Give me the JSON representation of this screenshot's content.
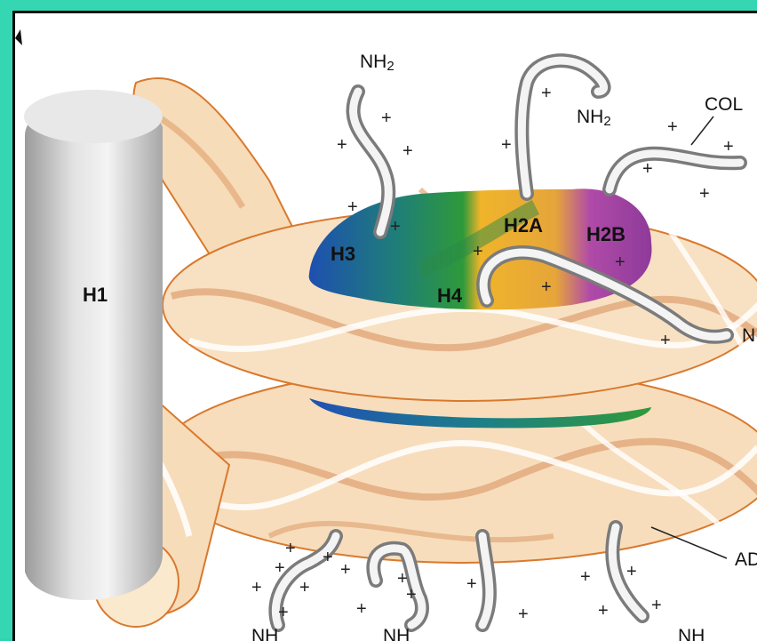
{
  "labels": {
    "h1": "H1",
    "h2a": "H2A",
    "h2b": "H2B",
    "h3": "H3",
    "h4": "H4",
    "nh": "NH",
    "sub2": "2",
    "col": "COL",
    "n": "N",
    "ad": "AD",
    "plus": "+"
  },
  "colors": {
    "frame_background": "#35d7b3",
    "panel_background": "#ffffff",
    "dna": "#f8e1c2",
    "dna_outline": "#d9792f",
    "h1": "#d6d6d6",
    "h3": "#1e4fb0",
    "h4": "#f0b42a",
    "h2a": "#2e9a3a",
    "h2b": "#8e3a9a",
    "tails": "#9a9a9a"
  }
}
